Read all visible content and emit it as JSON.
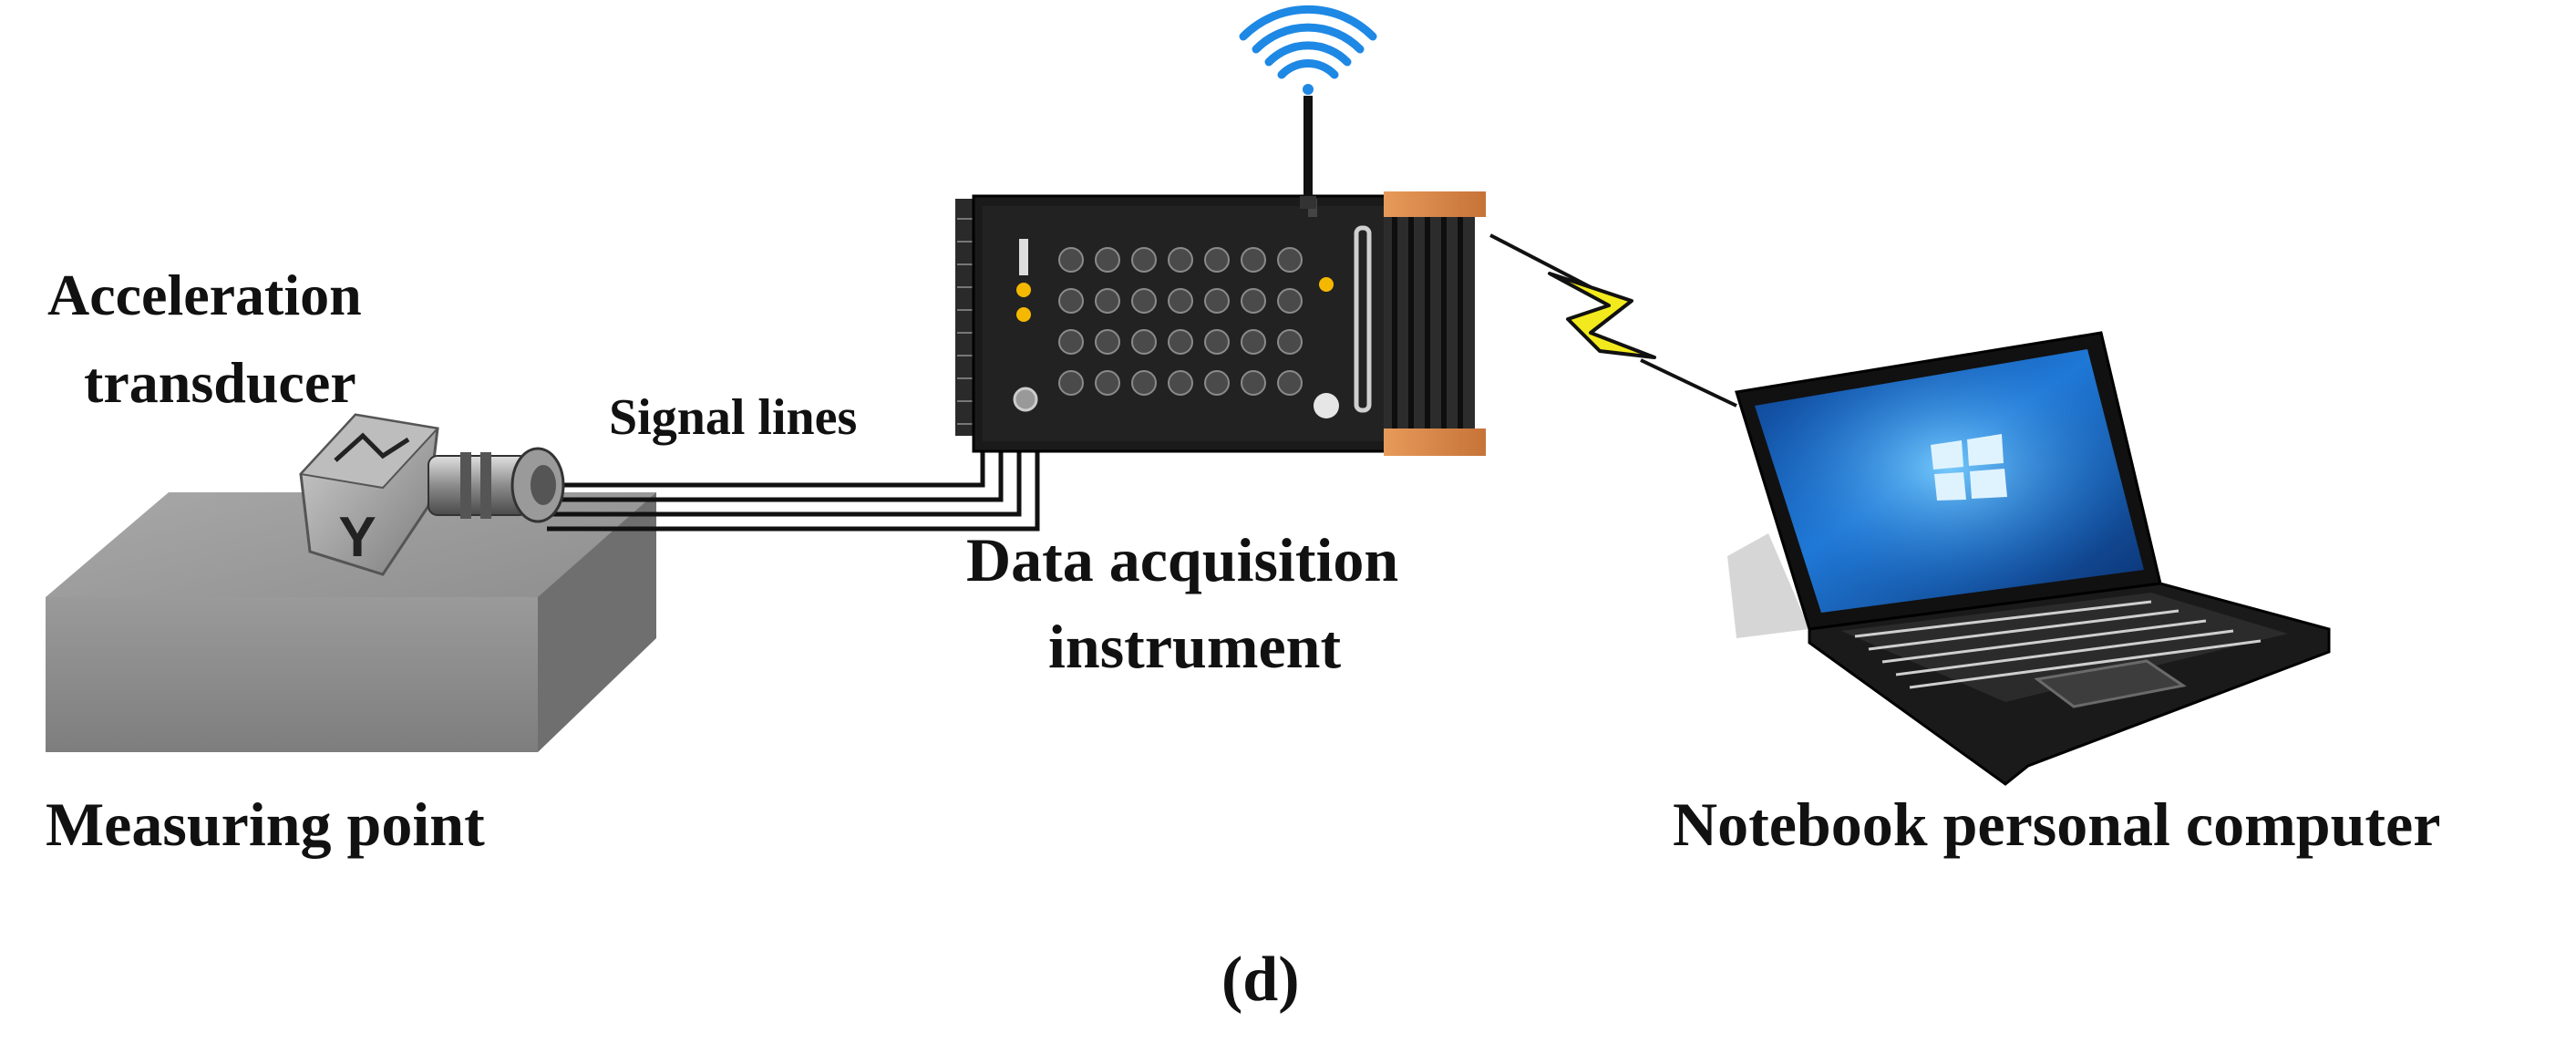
{
  "labels": {
    "sensor_line1": "Acceleration",
    "sensor_line2": "transducer",
    "signal_lines": "Signal lines",
    "daq_line1": "Data acquisition",
    "daq_line2": "instrument",
    "measuring_point": "Measuring point",
    "notebook": "Notebook personal computer",
    "panel": "(d)",
    "sensor_axis_letter": "Y"
  },
  "colors": {
    "block": "#8e8e8e",
    "daq_body": "#1b1b1b",
    "daq_end_caps": "#d9894a",
    "wireless_bolt": "#f3ea1e",
    "wifi_signal": "#1e88e5",
    "laptop_screen": "#1565c0"
  },
  "icons": {
    "wifi": "wifi-signal-icon",
    "bolt": "lightning-bolt-icon",
    "windows": "windows-logo-icon"
  }
}
